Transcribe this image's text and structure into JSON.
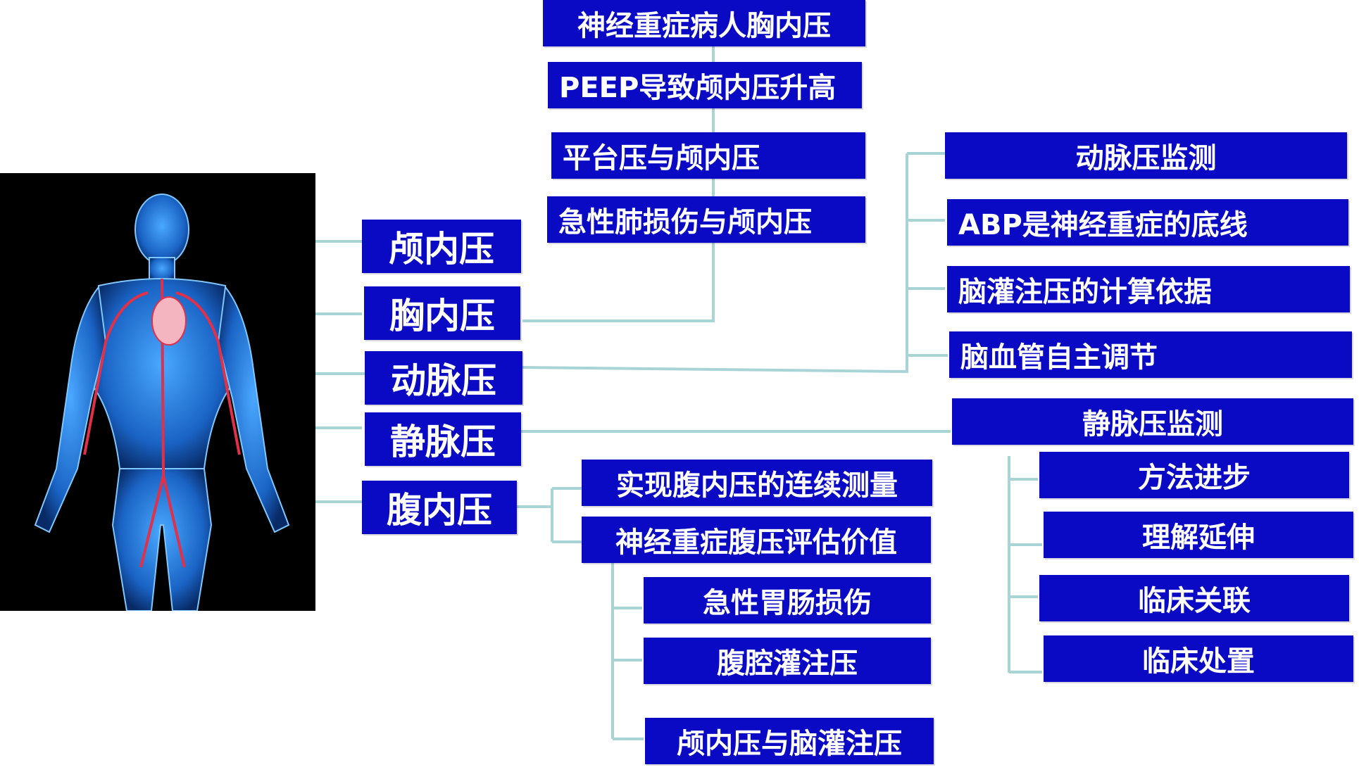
{
  "colors": {
    "box": "#0a0ac4",
    "text": "#ffffff",
    "line": "#a9d4d6",
    "body": "#1f7fd8",
    "vessel": "#e0304a"
  },
  "figure": {
    "name": "human-body-anatomy-illustration"
  },
  "left": {
    "intracranial": "颅内压",
    "thoracic": "胸内压",
    "arterial": "动脉压",
    "venous": "静脉压",
    "abdominal": "腹内压"
  },
  "thoracic_items": [
    "神经重症病人胸内压",
    "PEEP导致颅内压升高",
    "平台压与颅内压",
    "急性肺损伤与颅内压"
  ],
  "arterial_items": [
    "动脉压监测",
    "ABP是神经重症的底线",
    "脑灌注压的计算依据",
    "脑血管自主调节"
  ],
  "venous": {
    "title": "静脉压监测",
    "items": [
      "方法进步",
      "理解延伸",
      "临床关联",
      "临床处置"
    ]
  },
  "abdominal_items": [
    "实现腹内压的连续测量",
    "神经重症腹压评估价值"
  ],
  "abdominal_sub_items": [
    "急性胃肠损伤",
    "腹腔灌注压",
    "颅内压与脑灌注压"
  ]
}
